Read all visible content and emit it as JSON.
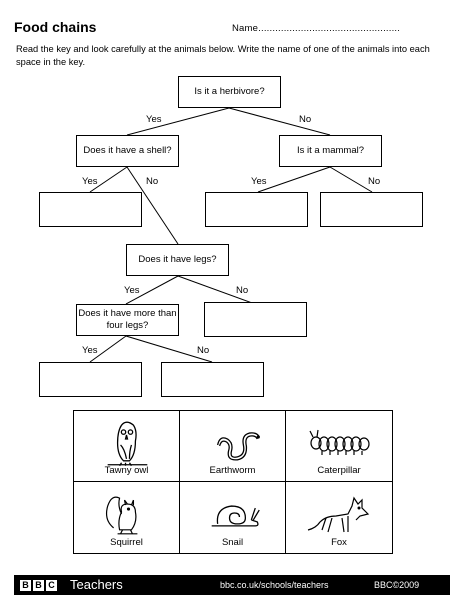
{
  "header": {
    "title": "Food chains",
    "name_label": "Name.................................................."
  },
  "instructions": "Read the key and look carefully at the animals below. Write the name of one of the animals into each space in the key.",
  "key": {
    "q_herbivore": "Is it a herbivore?",
    "q_shell": "Does it have a shell?",
    "q_mammal": "Is it a mammal?",
    "q_legs": "Does it have legs?",
    "q_more_legs": "Does it have more than four legs?",
    "yes": "Yes",
    "no": "No"
  },
  "animals": [
    {
      "label": "Tawny owl",
      "icon": "owl-icon"
    },
    {
      "label": "Earthworm",
      "icon": "earthworm-icon"
    },
    {
      "label": "Caterpillar",
      "icon": "caterpillar-icon"
    },
    {
      "label": "Squirrel",
      "icon": "squirrel-icon"
    },
    {
      "label": "Snail",
      "icon": "snail-icon"
    },
    {
      "label": "Fox",
      "icon": "fox-icon"
    }
  ],
  "footer": {
    "bbc_letters": [
      "B",
      "B",
      "C"
    ],
    "brand": "Teachers",
    "url": "bbc.co.uk/schools/teachers",
    "copyright": "BBC©2009"
  }
}
